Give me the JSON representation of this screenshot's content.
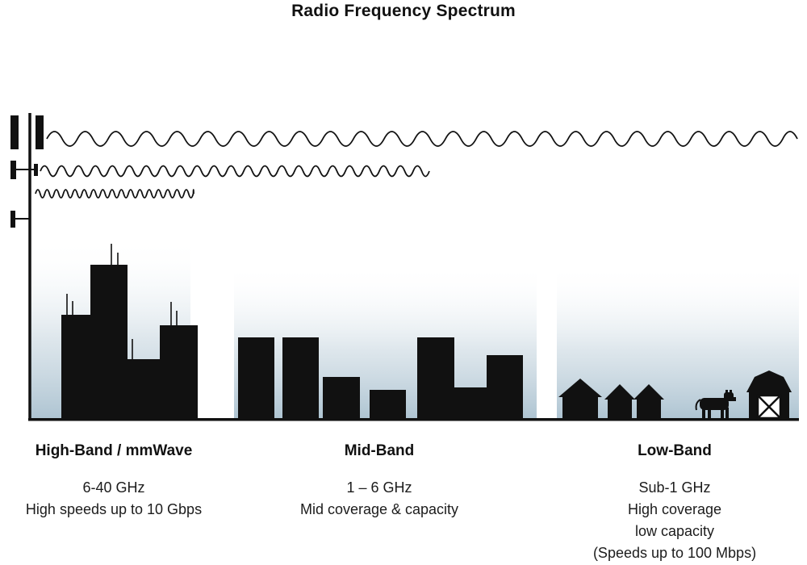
{
  "title": "Radio Frequency Spectrum",
  "bands": [
    {
      "label": "High-Band / mmWave",
      "lines": [
        "6-40 GHz",
        "High speeds up to 10 Gbps"
      ]
    },
    {
      "label": "Mid-Band",
      "lines": [
        "1 – 6 GHz",
        "Mid coverage & capacity"
      ]
    },
    {
      "label": "Low-Band",
      "lines": [
        "Sub-1 GHz",
        "High coverage",
        "low capacity",
        "(Speeds up to 100 Mbps)"
      ]
    }
  ],
  "illustration": {
    "tower": "cell-tower",
    "waves": [
      "low-band-long-wave",
      "mid-band-medium-wave",
      "high-band-short-wave"
    ],
    "scenes": [
      "city-skyline",
      "midsize-buildings",
      "rural-houses-cow-barn"
    ]
  },
  "colors": {
    "silhouette": "#111111",
    "wave": "#111111",
    "gradient_bottom": "#aec4d2",
    "gradient_top": "#ffffff"
  }
}
